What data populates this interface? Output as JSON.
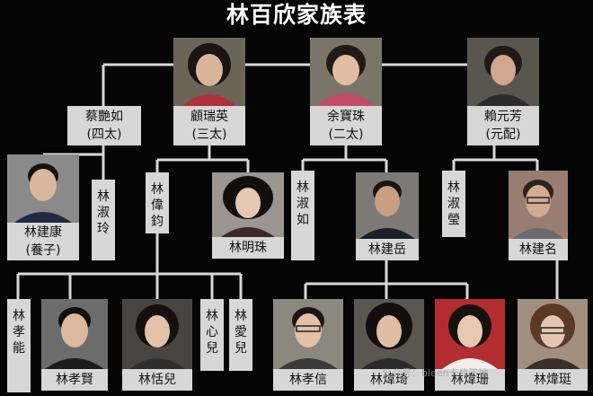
{
  "title": "林百欣家族表",
  "spouses": {
    "cai": {
      "name": "蔡艷如",
      "role": "(四太)"
    },
    "gu": {
      "name": "顧瑞英",
      "role": "(三太)"
    },
    "yu": {
      "name": "余寶珠",
      "role": "(二太)"
    },
    "lai": {
      "name": "賴元芳",
      "role": "(元配)"
    }
  },
  "children": {
    "lin_jiankang": {
      "name": "林建康",
      "note": "(養子)"
    },
    "lin_shuling": "林淑玲",
    "lin_weijun": "林偉鈞",
    "lin_mingzhu": "林明珠",
    "lin_shuru": "林淑如",
    "lin_jianyue": "林建岳",
    "lin_shuying": "林淑瑩",
    "lin_jianming": "林建名"
  },
  "grandchildren": {
    "lin_xiaoneng": "林孝能",
    "lin_xiaoxian": "林孝賢",
    "lin_tianer": "林恬兒",
    "lin_xiner": "林心兒",
    "lin_aier": "林愛兒",
    "lin_xiaoxin": "林孝信",
    "lin_weiqi": "林煒琦",
    "lin_weishan": "林煒珊",
    "lin_weiting": "林煒珽"
  },
  "watermark": "公众号：bleen卡片天地",
  "colors": {
    "background": "#050505",
    "label_bg": "#d7d7d7",
    "line": "#d7d7d7",
    "title": "#ffffff"
  }
}
